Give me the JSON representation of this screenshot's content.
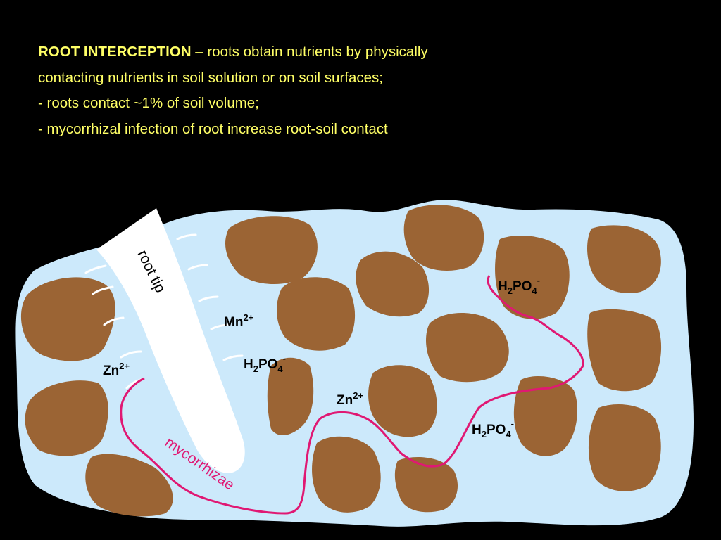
{
  "intro": {
    "heading": "ROOT INTERCEPTION",
    "line1_rest": " – roots obtain nutrients by physically",
    "line2": "contacting nutrients in soil solution or on soil surfaces;",
    "line3": "- roots contact ~1% of soil volume;",
    "line4": "- mycorrhizal infection of root increase root-soil contact"
  },
  "diagram": {
    "root_label": "root tip",
    "mycorrhizae_label": "mycorrhizae",
    "ions": {
      "mn": {
        "base": "Mn",
        "sup": "2+"
      },
      "zn_left": {
        "base": "Zn",
        "sup": "2+"
      },
      "zn_mid": {
        "base": "Zn",
        "sup": "2+"
      },
      "h2po4_mid": {
        "h": "H",
        "sub": "2",
        "po": "PO",
        "sub2": "4",
        "sup": "-"
      },
      "h2po4_top": {
        "h": "H",
        "sub": "2",
        "po": "PO",
        "sub2": "4",
        "sup": "-"
      },
      "h2po4_bottom": {
        "h": "H",
        "sub": "2",
        "po": "PO",
        "sub2": "4",
        "sup": "-"
      }
    },
    "colors": {
      "background": "#000000",
      "text": "#ffff66",
      "soil_solution": "#cce9fb",
      "soil_particle": "#9b6434",
      "root": "#ffffff",
      "mycorrhizae": "#e01873"
    }
  }
}
